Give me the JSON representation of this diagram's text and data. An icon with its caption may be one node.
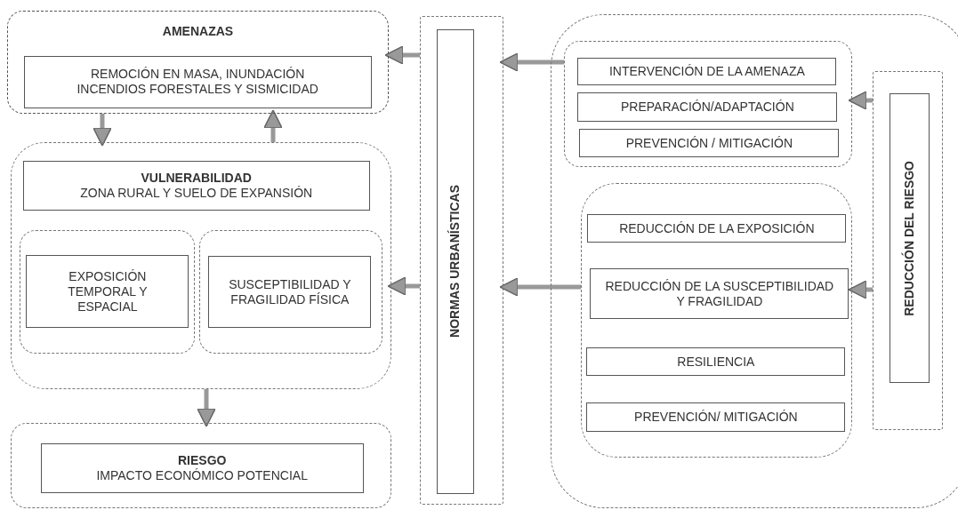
{
  "diagram": {
    "nodes": [
      {
        "text": [
          "AMENAZAS"
        ]
      },
      {
        "text": [
          "REMOCIÓN EN MASA, INUNDACIÓN INCENDIOS FORESTALES Y SISMICIDAD"
        ],
        "in": 0
      },
      {
        "text": [],
        "shape": "box"
      },
      {
        "text": [
          "VULNERABILIDAD",
          "ZONA RURAL Y SUELO DE EXPANSIÓN"
        ],
        "in": 2
      },
      {
        "text": [],
        "shape": "box",
        "in": 2
      },
      {
        "text": [
          "EXPOSICIÓN TEMPORAL Y ESPACIAL"
        ],
        "in": 4
      },
      {
        "text": [],
        "shape": "box",
        "in": 2
      },
      {
        "text": [
          "SUSCEPTIBILIDAD Y FRAGILIDAD FÍSICA"
        ],
        "in": 6
      },
      {
        "text": [],
        "shape": "box"
      },
      {
        "text": [
          "RIESGO",
          "IMPACTO ECONÓMICO POTENCIAL"
        ],
        "in": 8
      },
      {
        "text": [],
        "shape": "box"
      },
      {
        "text": [
          "NORMAS URBANÍSTICAS"
        ],
        "in": 10
      },
      {
        "text": [],
        "shape": "box"
      },
      {
        "text": [],
        "shape": "box",
        "in": 12
      },
      {
        "text": [
          "INTERVENCIÓN DE LA AMENAZA"
        ],
        "in": 13
      },
      {
        "text": [
          "PREPARACIÓN/ADAPTACIÓN"
        ],
        "in": 13
      },
      {
        "text": [
          "PREVENCIÓN / MITIGACIÓN"
        ],
        "in": 13
      },
      {
        "text": [],
        "shape": "box",
        "in": 12
      },
      {
        "text": [
          "REDUCCIÓN DE LA EXPOSICIÓN"
        ],
        "in": 17
      },
      {
        "text": [
          "REDUCCIÓN DE LA SUSCEPTIBILIDAD Y FRAGILIDAD"
        ],
        "in": 17
      },
      {
        "text": [
          "RESILIENCIA"
        ],
        "in": 17
      },
      {
        "text": [
          "PREVENCIÓN/ MITIGACIÓN"
        ],
        "in": 17
      },
      {
        "text": [],
        "shape": "box",
        "in": 12
      },
      {
        "text": [
          "REDUCCIÓN DEL RIESGO"
        ],
        "in": 22
      }
    ],
    "edges": [
      {
        "from": 0,
        "to": 2,
        "arrow": "to"
      },
      {
        "from": 2,
        "to": 0,
        "arrow": "to"
      },
      {
        "from": 10,
        "to": 0,
        "arrow": "to"
      },
      {
        "from": 13,
        "to": 10,
        "arrow": "to"
      },
      {
        "from": 10,
        "to": 2,
        "arrow": "to"
      },
      {
        "from": 17,
        "to": 10,
        "arrow": "to"
      },
      {
        "from": 2,
        "to": 8,
        "arrow": "to"
      },
      {
        "from": 22,
        "to": 13,
        "arrow": "to"
      },
      {
        "from": 22,
        "to": 17,
        "arrow": "to"
      }
    ]
  }
}
